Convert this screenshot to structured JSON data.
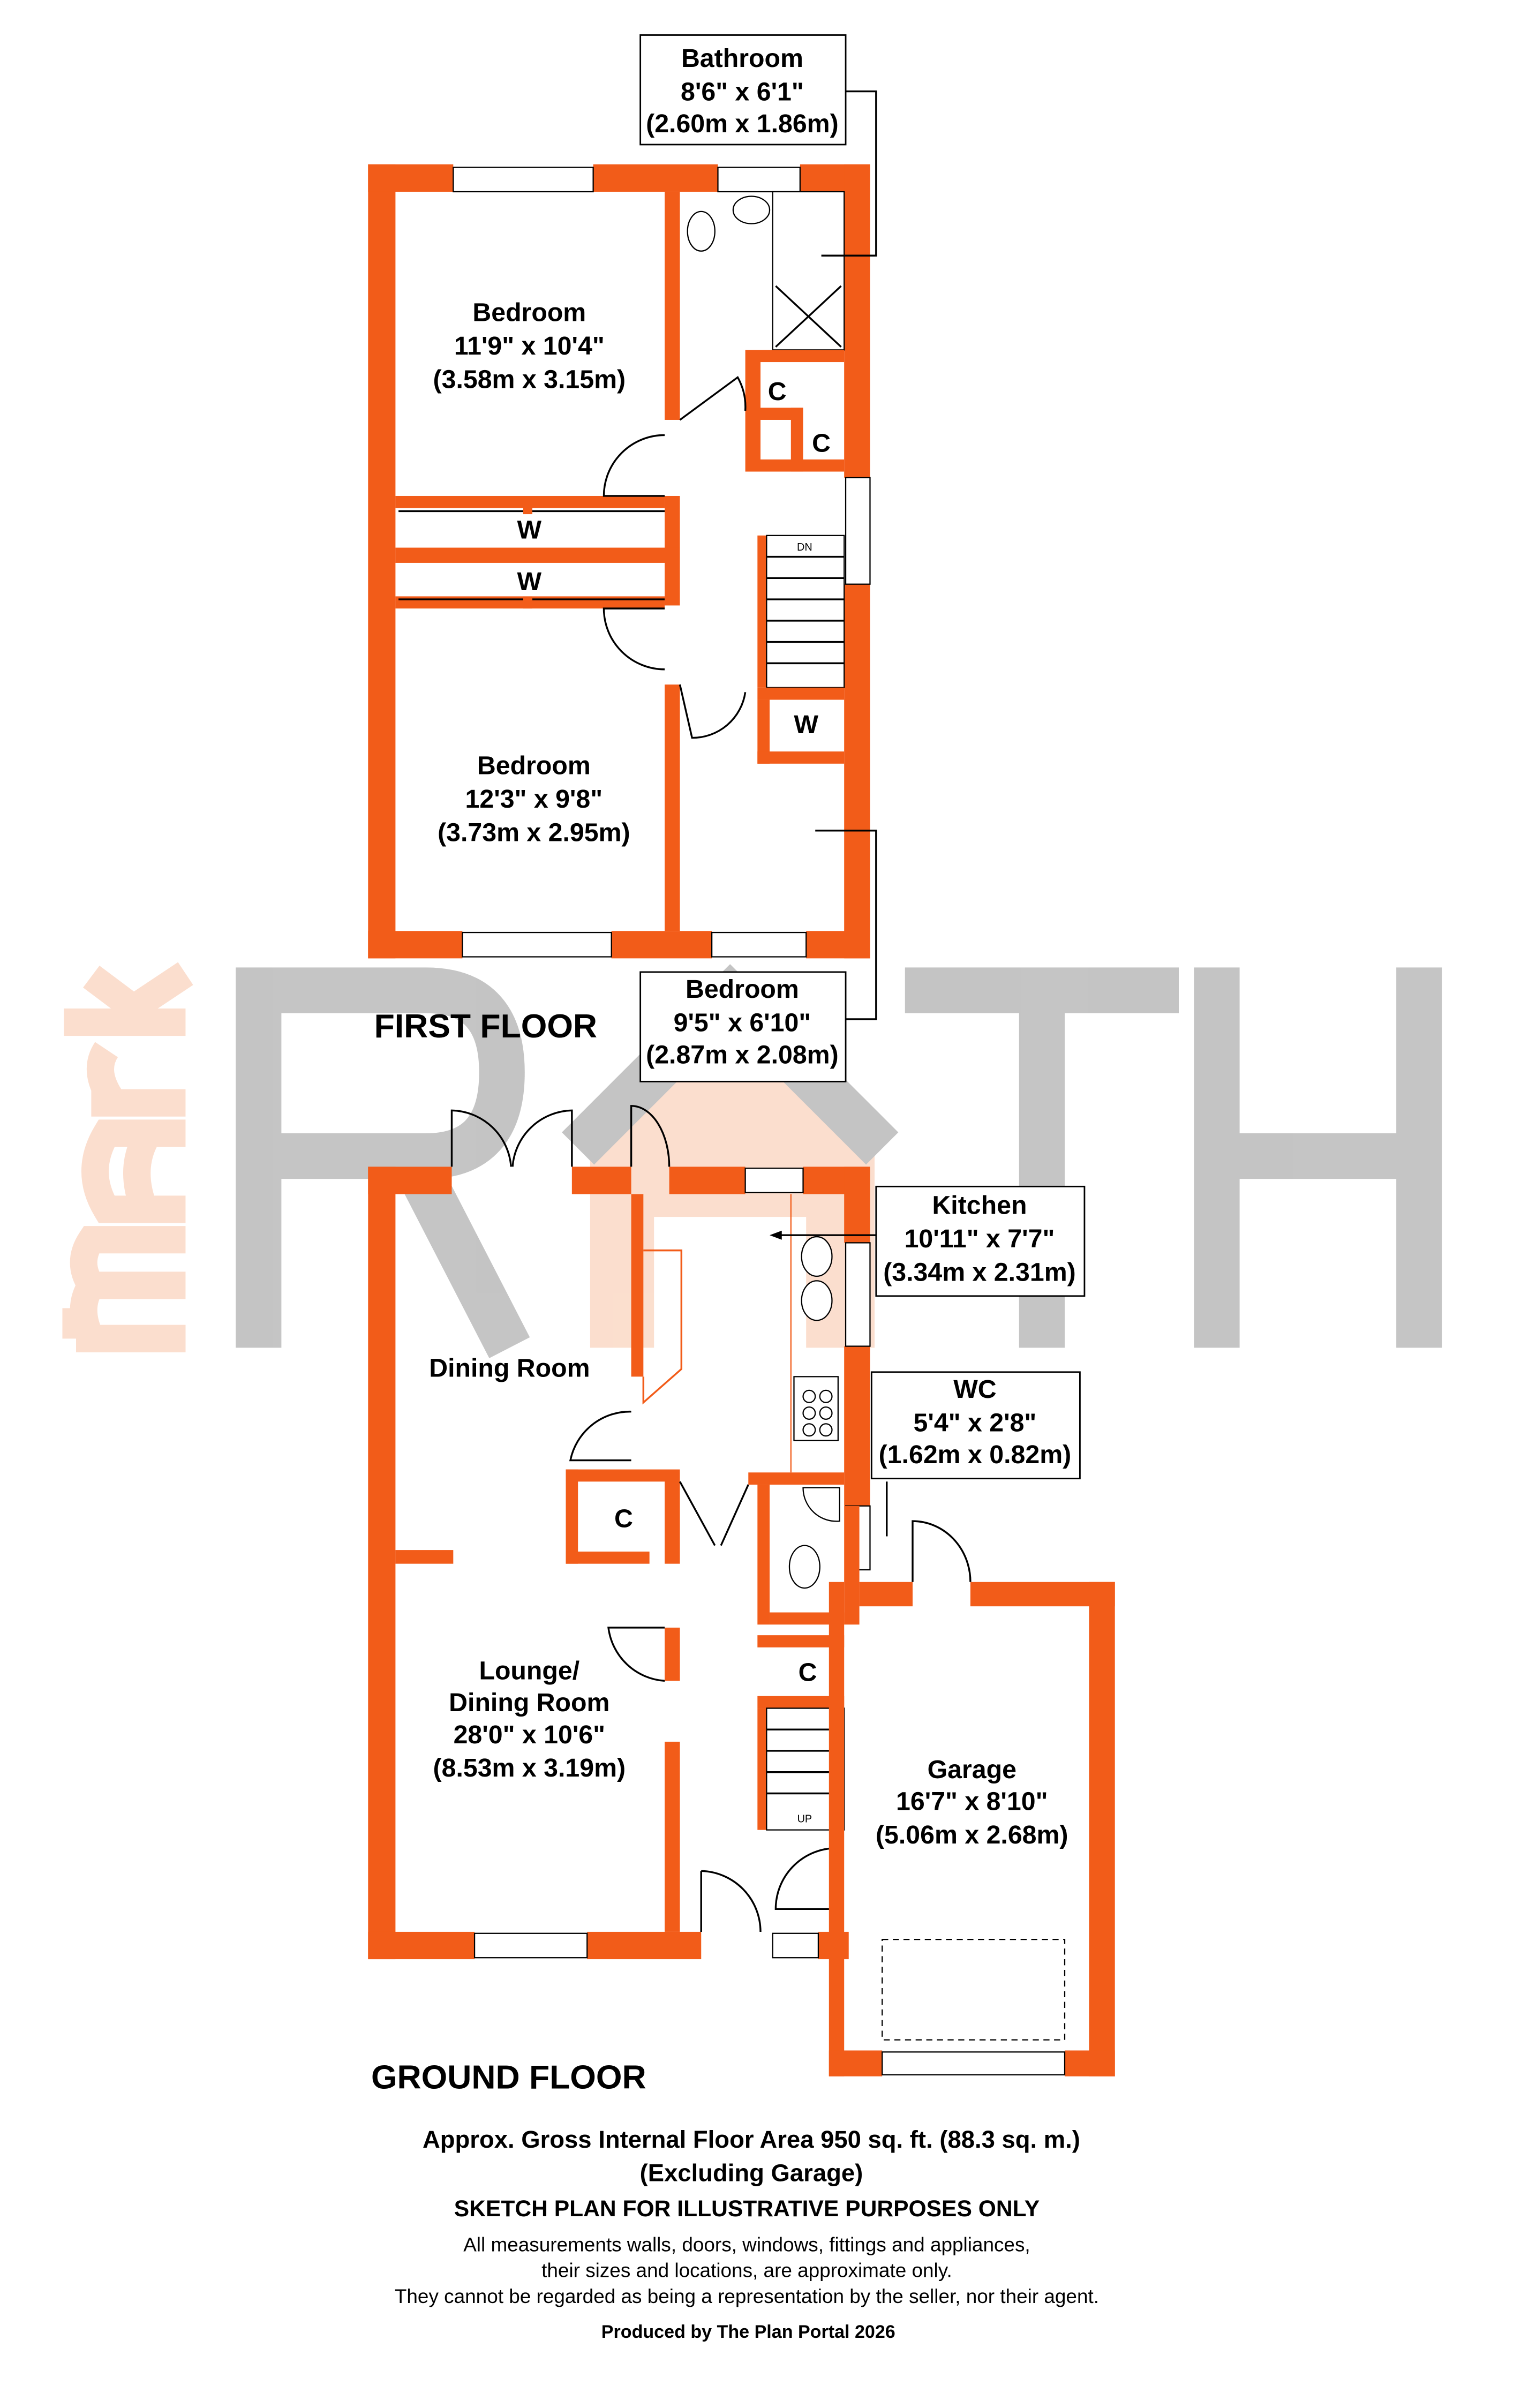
{
  "logo": {
    "part1": "mark",
    "part2": "RATH"
  },
  "colors": {
    "wall": "#F25C19",
    "logo_gray": "#BDBDBD",
    "logo_orange": "#F9C9AE"
  },
  "first_floor": {
    "title": "FIRST FLOOR",
    "rooms": [
      {
        "name": "Bathroom",
        "imperial": "8'6\" x 6'1\"",
        "metric": "(2.60m x 1.86m)"
      },
      {
        "name": "Bedroom",
        "imperial": "11'9\" x 10'4\"",
        "metric": "(3.58m x 3.15m)"
      },
      {
        "name": "Bedroom",
        "imperial": "12'3\" x 9'8\"",
        "metric": "(3.73m x 2.95m)"
      },
      {
        "name": "Bedroom",
        "imperial": "9'5\" x 6'10\"",
        "metric": "(2.87m x 2.08m)"
      }
    ],
    "marks": {
      "cupboard": "C",
      "wardrobe": "W",
      "stairs": "DN"
    }
  },
  "ground_floor": {
    "title": "GROUND FLOOR",
    "rooms": [
      {
        "name": "Kitchen",
        "imperial": "10'11\" x 7'7\"",
        "metric": "(3.34m x 2.31m)"
      },
      {
        "name": "WC",
        "imperial": "5'4\" x 2'8\"",
        "metric": "(1.62m x 0.82m)"
      },
      {
        "name": "Dining Room"
      },
      {
        "name": "Lounge/",
        "name2": "Dining Room",
        "imperial": "28'0\" x 10'6\"",
        "metric": "(8.53m x 3.19m)"
      },
      {
        "name": "Garage",
        "imperial": "16'7\" x 8'10\"",
        "metric": "(5.06m x 2.68m)"
      }
    ],
    "marks": {
      "cupboard": "C",
      "stairs": "UP"
    }
  },
  "footer": {
    "area": "Approx. Gross Internal Floor Area 950 sq. ft. (88.3 sq. m.)",
    "excluding": "(Excluding Garage)",
    "sketch": "SKETCH PLAN FOR ILLUSTRATIVE PURPOSES ONLY",
    "disclaimer1": "All measurements walls, doors, windows, fittings and appliances,",
    "disclaimer2": "their sizes and locations, are approximate only.",
    "disclaimer3": "They cannot be regarded as being a representation by the seller, nor their agent.",
    "produced": "Produced by The Plan Portal 2026"
  }
}
